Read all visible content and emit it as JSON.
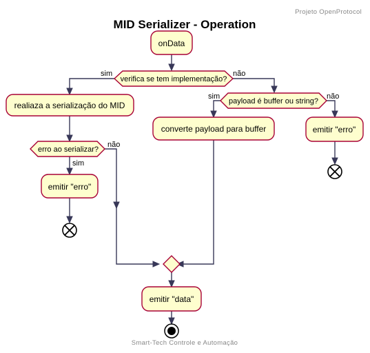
{
  "header": {
    "text": "Projeto OpenProtocol"
  },
  "title": "MID Serializer - Operation",
  "footer": {
    "text": "Smart-Tech Controle e Automação"
  },
  "nodes": {
    "on_data": "onData",
    "decision_impl": "verifica se tem implementação?",
    "serialize": "realiaza a serialização do MID",
    "decision_serialize_error": "erro ao serializar?",
    "emit_error_serialize": "emitir \"erro\"",
    "convert_buffer": "converte payload para buffer",
    "decision_payload": "payload é buffer ou string?",
    "emit_error_payload": "emitir \"erro\"",
    "emit_data": "emitir \"data\""
  },
  "edge_labels": {
    "impl_yes": "sim",
    "impl_no": "não",
    "serialize_error_yes": "sim",
    "serialize_error_no": "não",
    "payload_yes": "sim",
    "payload_no": "não"
  },
  "colors": {
    "node_fill": "#fefece",
    "node_border": "#a80036",
    "edge": "#383858",
    "meta_text": "#888888"
  },
  "icons": {
    "end": "circle-x-icon",
    "stop": "bullseye-icon"
  }
}
